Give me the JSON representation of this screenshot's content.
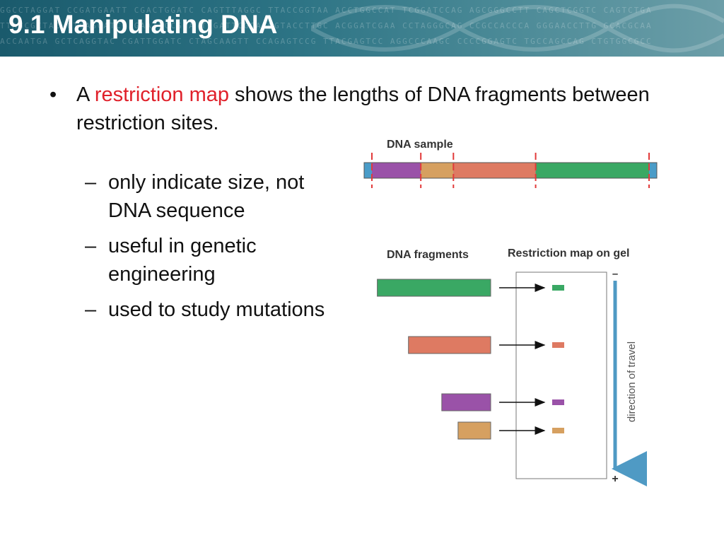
{
  "header": {
    "title": "9.1 Manipulating DNA",
    "sequence_lines": [
      "GGCCTAGGAT CCGATGAATT CGACTGGATC CAGTTTAGGC TTACCGGTAA ACCTGGCCAT TCGGATCCAG AGCGGGCCTT CAGCTCGGTC CAGTCTGA",
      "TTAGCGCTAC GTCAGGATCC GAATTCCGGA TCGATTCGCA GGTACCTTGC ACGGATCGAA CCTAGGGCAG CCGCCACCCA GGGAACCTTG GCACGCAA",
      "ACCAATGA GCTCAGGTAC CGATTGGATC CTAGCAAGTT CCAGAGTCCG TTACGAGTCC AGGCCCAAGC CCCCGGAGTC TGCCAGCCAG CTGTGGCGCC"
    ]
  },
  "bullet": {
    "marker": "•",
    "prefix": "A ",
    "highlight": "restriction map",
    "suffix": " shows the lengths of DNA fragments between restriction sites."
  },
  "subbullets": [
    {
      "marker": "–",
      "text": "only indicate size, not DNA sequence"
    },
    {
      "marker": "–",
      "text": "useful in genetic engineering"
    },
    {
      "marker": "–",
      "text": "used to study mutations"
    }
  ],
  "figure": {
    "sample_label": "DNA sample",
    "fragments_label": "DNA fragments",
    "gel_label": "Restriction map on gel",
    "travel_label": "direction of travel",
    "minus_label": "–",
    "plus_label": "+",
    "colors": {
      "end_cap": "#4a9cc8",
      "purple": "#9a52a8",
      "tan": "#d6a060",
      "salmon": "#de7a62",
      "green": "#3aa864",
      "cut": "#e23a3a",
      "arrow": "#4f9ac4"
    },
    "sample_segments": [
      {
        "name": "purple",
        "size": 69
      },
      {
        "name": "tan",
        "size": 46
      },
      {
        "name": "salmon",
        "size": 116
      },
      {
        "name": "green",
        "size": 160
      }
    ],
    "fragments": [
      {
        "name": "green",
        "size": 160
      },
      {
        "name": "salmon",
        "size": 116
      },
      {
        "name": "purple",
        "size": 69
      },
      {
        "name": "tan",
        "size": 46
      }
    ]
  }
}
